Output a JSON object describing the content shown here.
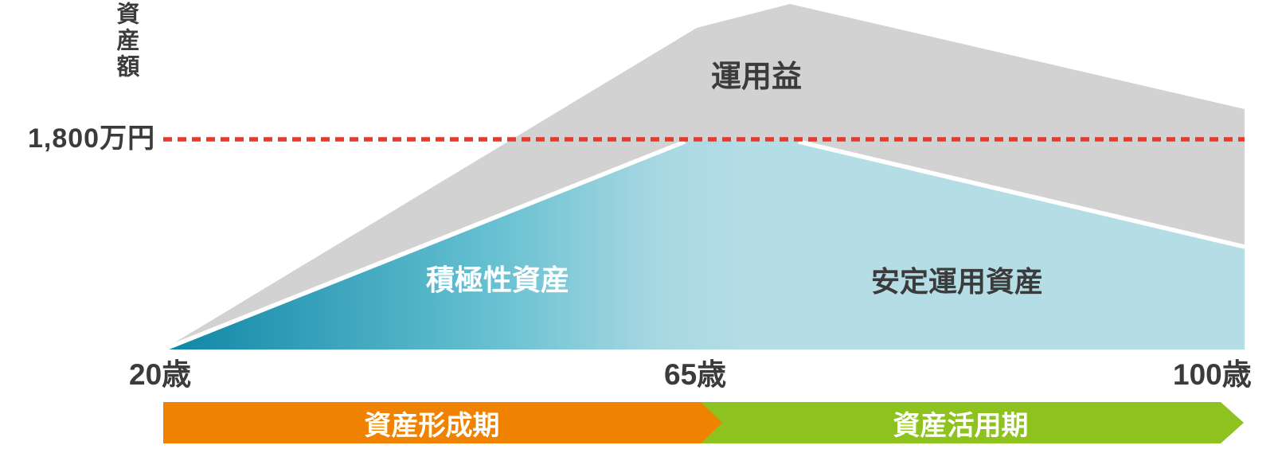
{
  "labels": {
    "y_axis_title": "資産額",
    "reference_line": "1,800万円",
    "gain_area": "運用益",
    "aggressive_area": "積極性資産",
    "stable_area": "安定運用資産",
    "tick_20": "20歳",
    "tick_65": "65歳",
    "tick_100": "100歳",
    "phase_formation": "資産形成期",
    "phase_utilization": "資産活用期"
  },
  "colors": {
    "gain_gray": "#d2d2d3",
    "teal_dark": "#0e86a6",
    "teal_mid": "#64bfd0",
    "teal_light": "#a8d8e2",
    "blue_pale": "#b5dde6",
    "border_white": "#ffffff",
    "reference_red": "#e8392b",
    "phase_formation_orange": "#ef8200",
    "phase_utilization_green": "#8dc21f",
    "text_dark": "#3b3b3b"
  },
  "chart_data": {
    "type": "area",
    "title": "",
    "unit": "万円",
    "xlabel": "",
    "ylabel": "資産額",
    "x_ticks": [
      "20歳",
      "65歳",
      "100歳"
    ],
    "reference_line": {
      "label": "1,800万円",
      "value": 1800,
      "style": "dashed",
      "color": "#e8392b"
    },
    "series": [
      {
        "name": "運用益",
        "role": "total-assets-including-gains",
        "color": "#d2d2d3",
        "points": [
          {
            "age": 20,
            "value": 0
          },
          {
            "age": 65,
            "value": 2740
          },
          {
            "age": 71,
            "value": 2950
          },
          {
            "age": 100,
            "value": 2050
          }
        ]
      },
      {
        "name": "積極性資産/安定運用資産",
        "role": "invested-principal",
        "color_gradient": [
          "#0e86a6",
          "#b5dde6"
        ],
        "points": [
          {
            "age": 20,
            "value": 0
          },
          {
            "age": 65,
            "value": 1800
          },
          {
            "age": 71,
            "value": 1800
          },
          {
            "age": 100,
            "value": 870
          }
        ]
      }
    ],
    "phases": [
      {
        "label": "資産形成期",
        "from": "20歳",
        "to": "65歳",
        "color": "#ef8200"
      },
      {
        "label": "資産活用期",
        "from": "65歳",
        "to": "100歳",
        "color": "#8dc21f"
      }
    ],
    "legend_position": "none",
    "grid": false
  }
}
